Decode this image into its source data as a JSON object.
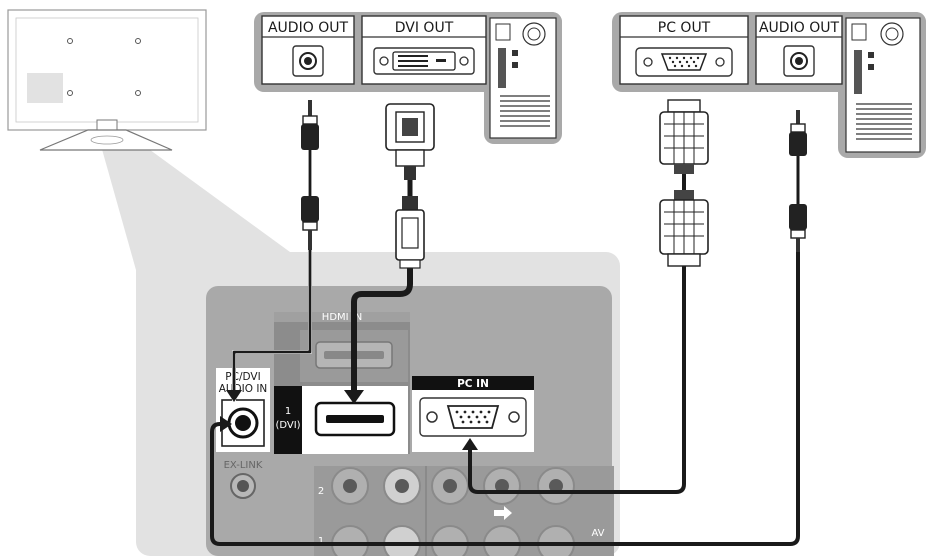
{
  "labels": {
    "audio_out_left": "AUDIO OUT",
    "dvi_out": "DVI OUT",
    "pc_out": "PC OUT",
    "audio_out_right": "AUDIO OUT",
    "hdmi_in": "HDMI IN",
    "pc_dvi_line1": "PC/DVI",
    "pc_dvi_line2": "AUDIO IN",
    "hdmi_port_num": "1",
    "hdmi_port_dvi": "(DVI)",
    "pc_in": "PC IN",
    "ex_link": "EX-LINK",
    "row_2": "2",
    "row_1": "1",
    "av": "AV"
  },
  "colors": {
    "panel_gray": "#a9a9a9",
    "callout_gray": "#e2e2e2",
    "panel_dark": "#8c8c8c",
    "cable": "#1a1a1a"
  }
}
